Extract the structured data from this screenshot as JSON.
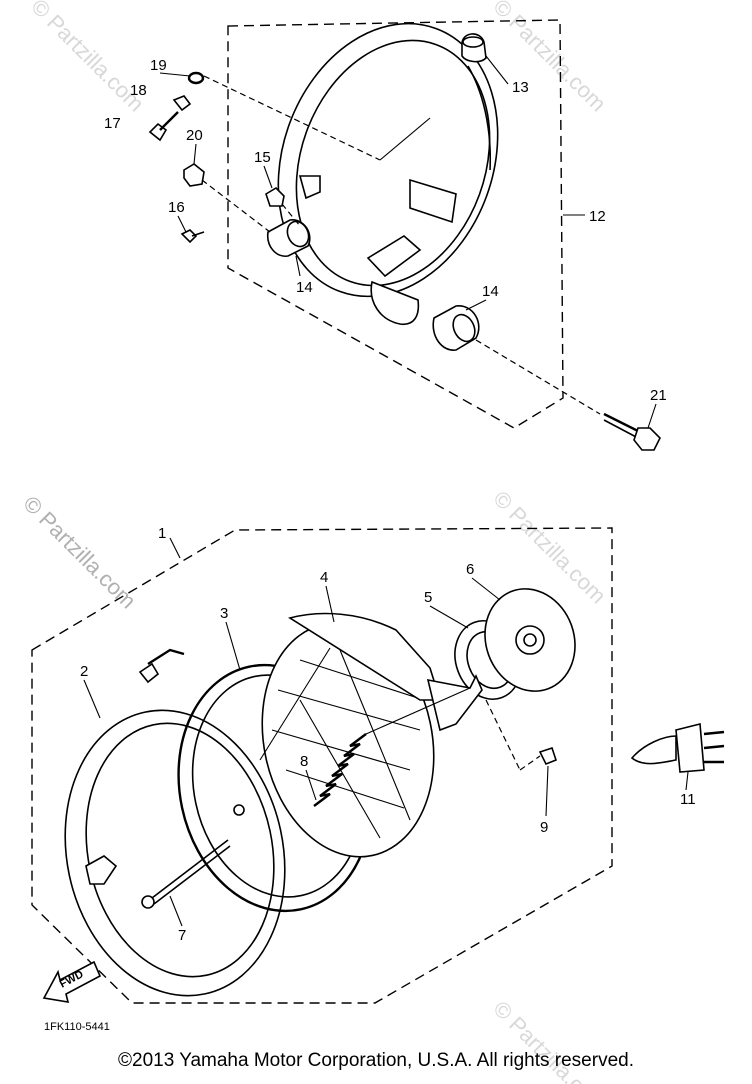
{
  "callouts": {
    "p1": "1",
    "p2": "2",
    "p3": "3",
    "p4": "4",
    "p5": "5",
    "p6": "6",
    "p7": "7",
    "p8": "8",
    "p9": "9",
    "p11": "11",
    "p12": "12",
    "p13": "13",
    "p14a": "14",
    "p14b": "14",
    "p15": "15",
    "p16": "16",
    "p17": "17",
    "p18": "18",
    "p19": "19",
    "p20": "20",
    "p21": "21"
  },
  "watermarks": {
    "w1": "© Partzilla.com",
    "w2": "© Partzilla.com",
    "w3": "© Partzilla.com",
    "w4": "© Partzilla.com",
    "w5": "© Partzilla.com"
  },
  "fwd_label": "FWD",
  "diagram_code": "1FK110-5441",
  "copyright": "©2013 Yamaha Motor Corporation, U.S.A. All rights reserved."
}
